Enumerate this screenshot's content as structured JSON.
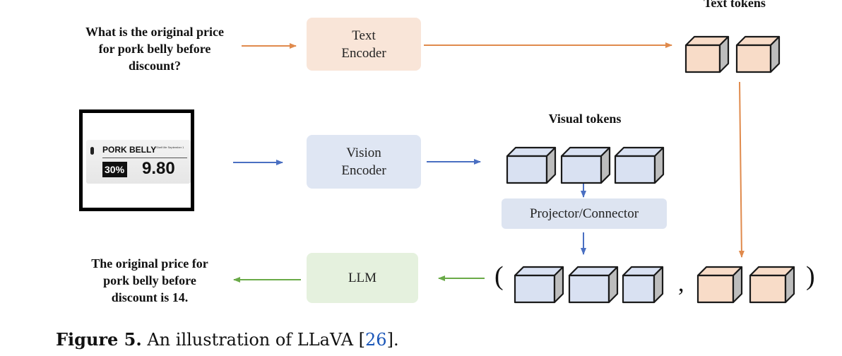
{
  "question": {
    "lines": [
      "What is the original price",
      "for pork belly before",
      "discount?"
    ]
  },
  "answer": {
    "lines": [
      "The original price for",
      "pork belly before",
      "discount is 14."
    ]
  },
  "text_encoder": {
    "label": "Text\nEncoder",
    "color": "#f9e5d8"
  },
  "vision_encoder": {
    "label": "Vision\nEncoder",
    "color": "#dfe6f3"
  },
  "projector": {
    "label": "Projector/Connector",
    "color": "#dde4f1"
  },
  "llm": {
    "label": "LLM",
    "color": "#e5f1de"
  },
  "text_tokens_label": "Text tokens",
  "visual_tokens_label": "Visual tokens",
  "price_tag": {
    "title": "PORK BELLY",
    "small_text": "Shelf life September 1",
    "discount": "30%",
    "price": "9.80"
  },
  "sequence": {
    "open": "(",
    "comma": ",",
    "close": ")"
  },
  "caption": {
    "figure_label": "Figure 5.",
    "text": " An illustration of LLaVA [",
    "ref": "26",
    "end": "]."
  },
  "colors": {
    "text_arrow": "#e08a4c",
    "vision_arrow": "#4a6fc2",
    "llm_arrow": "#6aaa48",
    "visual_token_fill": "#d9e1f2",
    "text_token_fill": "#f8dcc8"
  }
}
